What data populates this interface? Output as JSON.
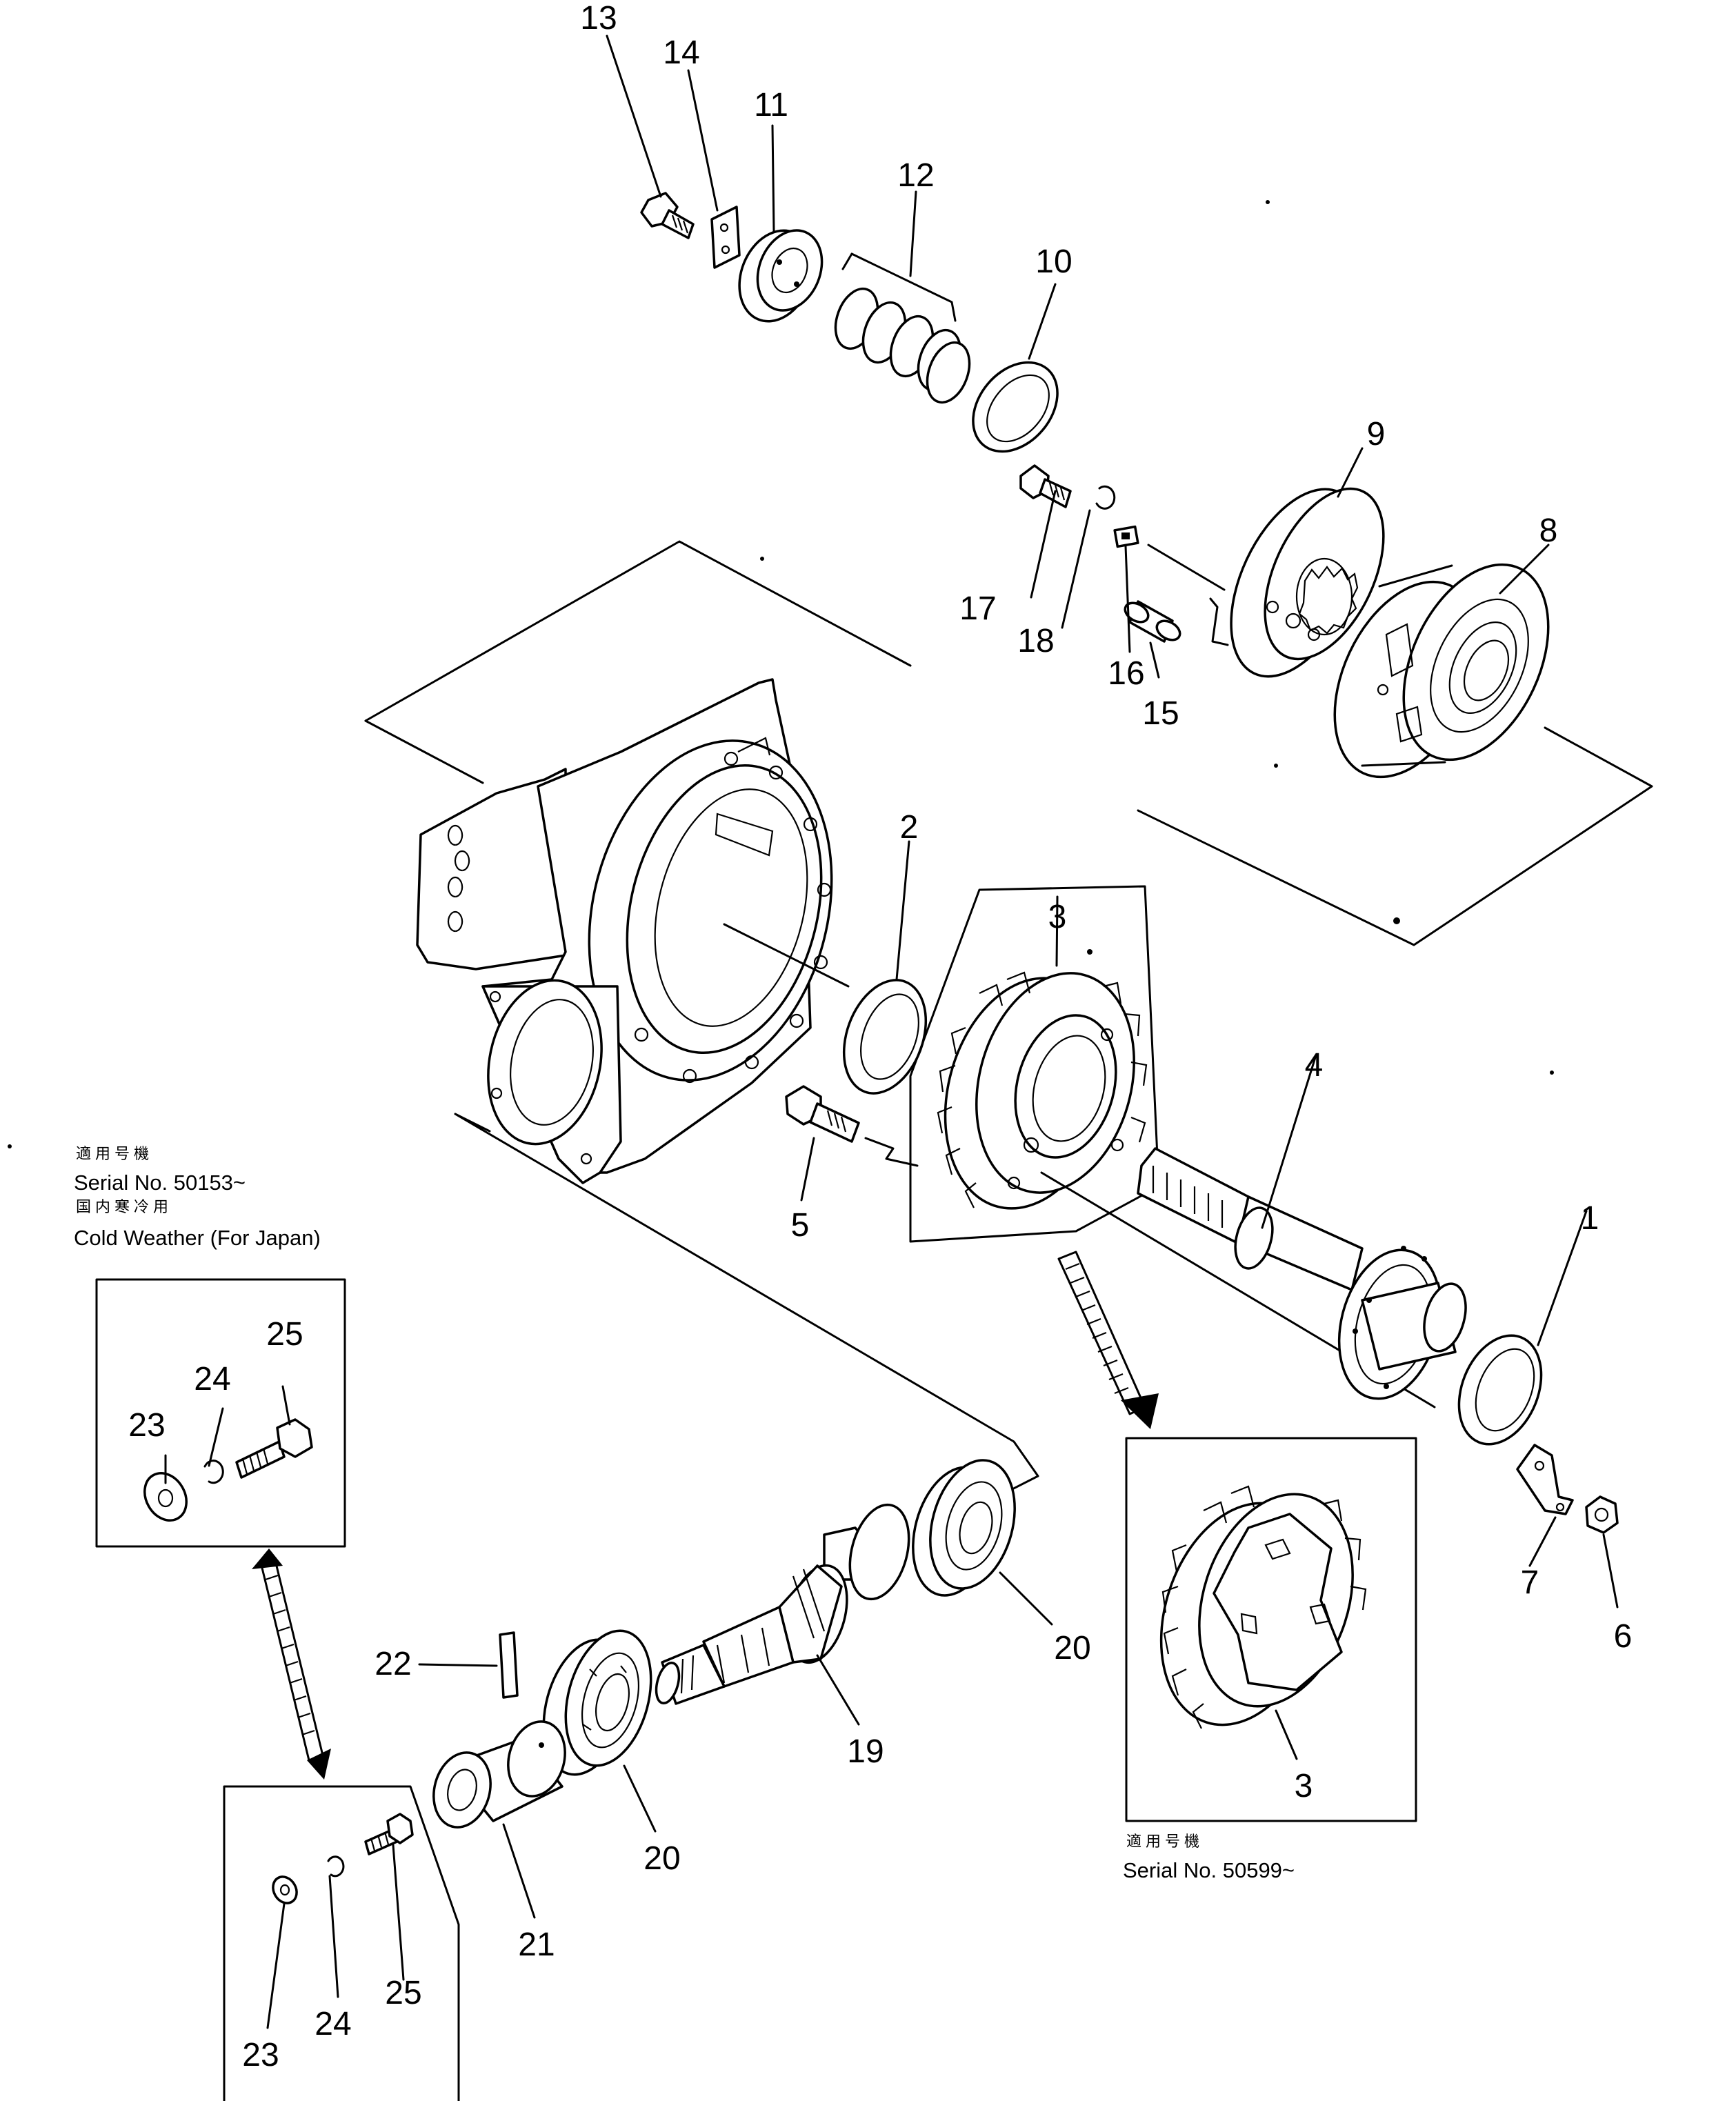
{
  "callouts": {
    "c1": "1",
    "c2": "2",
    "c3": "3",
    "c3b": "3",
    "c4": "4",
    "c5": "5",
    "c6": "6",
    "c7": "7",
    "c8": "8",
    "c9": "9",
    "c10": "10",
    "c11": "11",
    "c12": "12",
    "c13": "13",
    "c14": "14",
    "c15": "15",
    "c16": "16",
    "c17": "17",
    "c18": "18",
    "c19": "19",
    "c20a": "20",
    "c20b": "20",
    "c21": "21",
    "c22": "22",
    "c23a": "23",
    "c23b": "23",
    "c24a": "24",
    "c24b": "24",
    "c25a": "25",
    "c25b": "25"
  },
  "notes": {
    "left": {
      "jp_applicable": "適用号機",
      "serial": "Serial No. 50153~",
      "jp_cold": "国内寒冷用",
      "cold": "Cold Weather (For Japan)"
    },
    "right": {
      "jp_applicable": "適用号機",
      "serial": "Serial No. 50599~"
    }
  }
}
